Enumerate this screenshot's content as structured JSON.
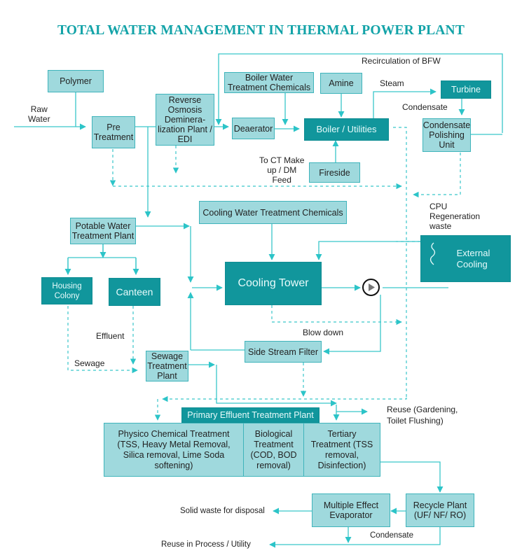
{
  "title": "TOTAL WATER MANAGEMENT IN THERMAL POWER PLANT",
  "colors": {
    "title": "#13a3a8",
    "light_box": "#9fd9dd",
    "dark_box": "#11969c",
    "connector": "#2cc4c8"
  },
  "nodes": {
    "polymer": "Polymer",
    "pre_treatment": [
      "Pre",
      "Treatment"
    ],
    "ro_plant": [
      "Reverse",
      "Osmosis",
      "Deminera-",
      "lization Plant /",
      "EDI"
    ],
    "bwt_chemicals": [
      "Boiler Water",
      "Treatment Chemicals"
    ],
    "amine": "Amine",
    "deaerator": "Deaerator",
    "boiler": "Boiler / Utilities",
    "fireside": "Fireside",
    "turbine": "Turbine",
    "cpu": [
      "Condensate",
      "Polishing",
      "Unit"
    ],
    "cwt_chemicals": "Cooling Water Treatment Chemicals",
    "potable": [
      "Potable Water",
      "Treatment Plant"
    ],
    "housing": [
      "Housing",
      "Colony"
    ],
    "canteen": "Canteen",
    "cooling_tower": "Cooling Tower",
    "external_cooling": [
      "External",
      "Cooling"
    ],
    "side_stream": "Side Stream Filter",
    "stp": [
      "Sewage",
      "Treatment",
      "Plant"
    ],
    "petp": {
      "header": "Primary Effluent Treatment Plant",
      "cells": [
        [
          "Physico Chemical Treatment",
          "(TSS, Heavy Metal Removal,",
          "Silica removal, Lime Soda",
          "softening)"
        ],
        [
          "Biological",
          "Treatment",
          "(COD, BOD",
          "removal)"
        ],
        [
          "Tertiary",
          "Treatment (TSS",
          "removal,",
          "Disinfection)"
        ]
      ]
    },
    "mee": [
      "Multiple Effect",
      "Evaporator"
    ],
    "recycle": [
      "Recycle Plant",
      "(UF/ NF/ RO)"
    ]
  },
  "labels": {
    "raw_water": [
      "Raw",
      "Water"
    ],
    "recirculation": "Recirculation of BFW",
    "steam": "Steam",
    "condensate_top": "Condensate",
    "to_ct": [
      "To CT Make",
      "up / DM",
      "Feed"
    ],
    "cpu_regen": [
      "CPU",
      "Regeneration",
      "waste"
    ],
    "blow_down": "Blow down",
    "effluent": "Effluent",
    "sewage": "Sewage",
    "reuse_garden": [
      "Reuse (Gardening,",
      "Toilet Flushing)"
    ],
    "solid_waste": "Solid waste for disposal",
    "condensate_bottom": "Condensate",
    "reuse_process": "Reuse in Process / Utility"
  }
}
